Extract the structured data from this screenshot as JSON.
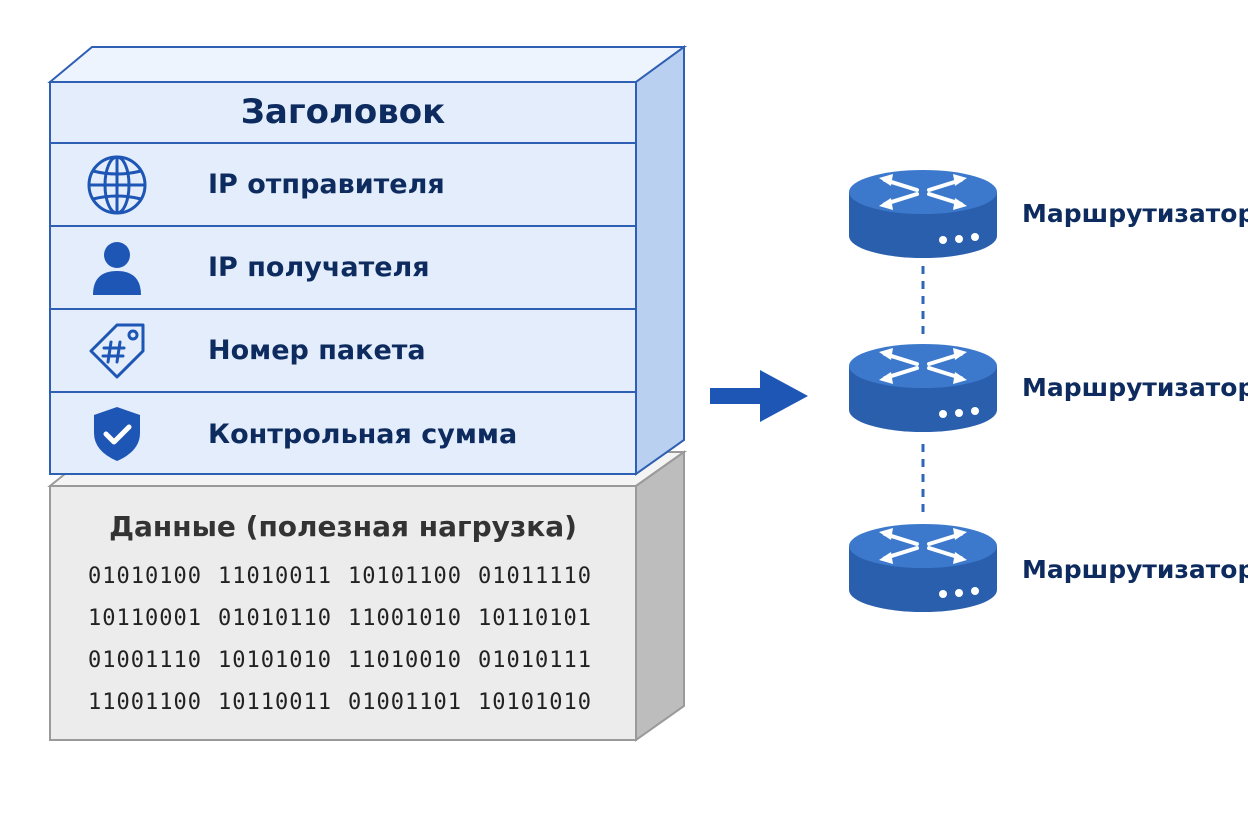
{
  "header": {
    "title": "Заголовок",
    "fields": [
      {
        "label": "IP отправителя",
        "icon": "globe-icon"
      },
      {
        "label": "IP получателя",
        "icon": "user-icon"
      },
      {
        "label": "Номер пакета",
        "icon": "hash-tag-icon"
      },
      {
        "label": "Контрольная сумма",
        "icon": "shield-check-icon"
      }
    ]
  },
  "payload": {
    "title": "Данные (полезная нагрузка)",
    "bits": [
      [
        "01010100",
        "11010011",
        "10101100",
        "01011110"
      ],
      [
        "10110001",
        "01010110",
        "11001010",
        "10110101"
      ],
      [
        "01001110",
        "10101010",
        "11010010",
        "01010111"
      ],
      [
        "11001100",
        "10110011",
        "01001101",
        "10101010"
      ]
    ]
  },
  "routers": [
    {
      "label": "Маршрутизатор"
    },
    {
      "label": "Маршрутизатор"
    },
    {
      "label": "Маршрутизатор"
    }
  ],
  "colors": {
    "header_fill": "#e3edfb",
    "header_border": "#2f5fb3",
    "payload_fill": "#ececec",
    "router_blue": "#2f66b8",
    "text_dark_blue": "#0d2b5e"
  }
}
